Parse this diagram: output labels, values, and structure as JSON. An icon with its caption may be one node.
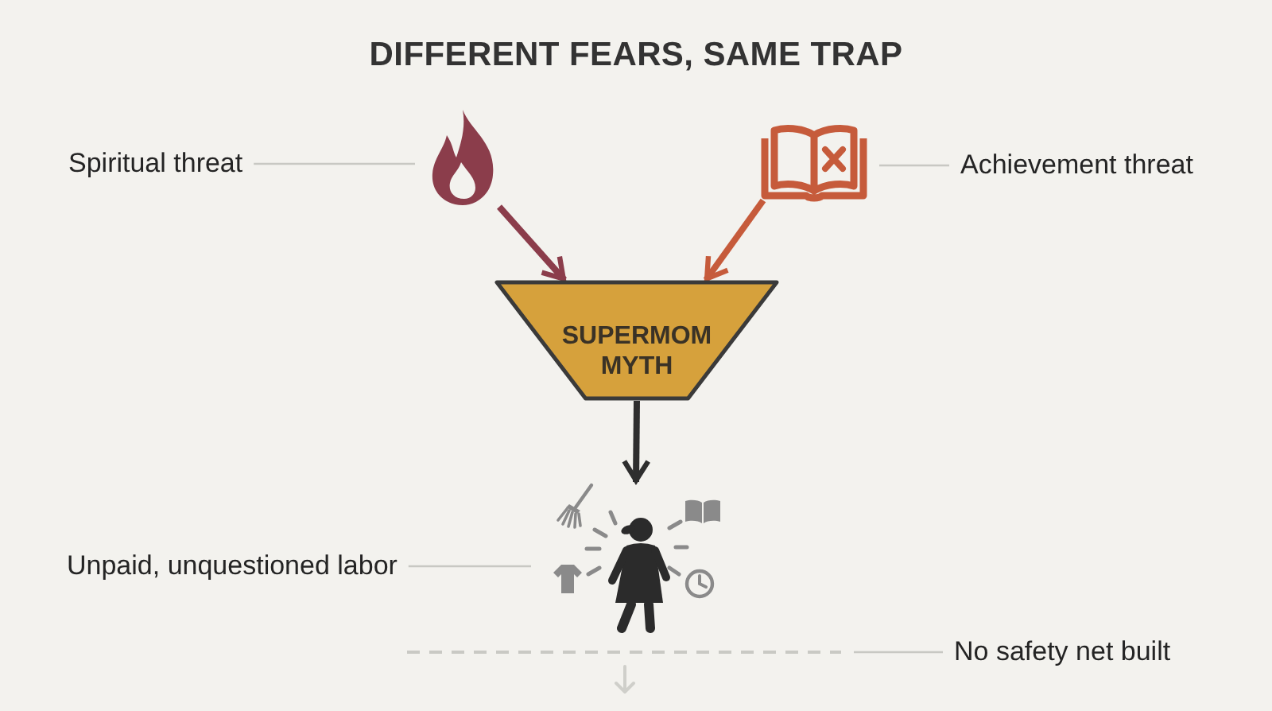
{
  "diagram": {
    "title": "DIFFERENT FEARS, SAME TRAP",
    "nodes": [
      {
        "text": [
          "Spiritual threat"
        ]
      },
      {
        "text": [],
        "shape": "picture"
      },
      {
        "text": [],
        "shape": "picture"
      },
      {
        "text": [
          "Achievement threat"
        ]
      },
      {
        "text": [
          "SUPERMOM MYTH"
        ]
      },
      {
        "text": [
          "Unpaid, unquestioned labor"
        ]
      },
      {
        "text": [],
        "shape": "picture"
      },
      {
        "text": [],
        "shape": "line"
      },
      {
        "text": [
          "No safety net built"
        ]
      }
    ],
    "edges": [
      {
        "from": 0,
        "to": 1,
        "arrow": "none"
      },
      {
        "from": 3,
        "to": 2,
        "arrow": "none"
      },
      {
        "from": 1,
        "to": 4,
        "arrow": "to",
        "style": "thick",
        "color": "#8b3d4b"
      },
      {
        "from": 2,
        "to": 4,
        "arrow": "to",
        "style": "thick",
        "color": "#c65b3b"
      },
      {
        "from": 4,
        "to": 6,
        "arrow": "to",
        "style": "thick",
        "color": "#2e2e2e"
      },
      {
        "from": 5,
        "to": 6,
        "arrow": "none"
      },
      {
        "from": 8,
        "to": 7,
        "arrow": "none"
      }
    ]
  }
}
